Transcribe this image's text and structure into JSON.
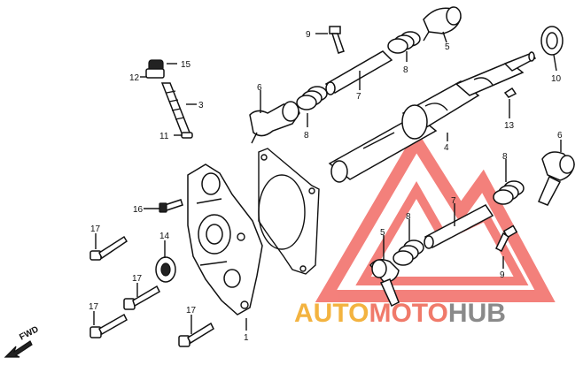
{
  "diagram": {
    "callouts": [
      "1",
      "3",
      "4",
      "5",
      "6",
      "7",
      "8",
      "9",
      "10",
      "11",
      "12",
      "13",
      "14",
      "15",
      "16",
      "17"
    ],
    "direction_label": "FWD"
  },
  "watermark": {
    "text_part1": "AUTO",
    "text_part2": "MOTO",
    "text_part3": "HUB",
    "colors": {
      "auto": "#f3b340",
      "moto": "#f07a6a",
      "hub": "#8a8a8a",
      "logo": "#f26a64"
    }
  }
}
